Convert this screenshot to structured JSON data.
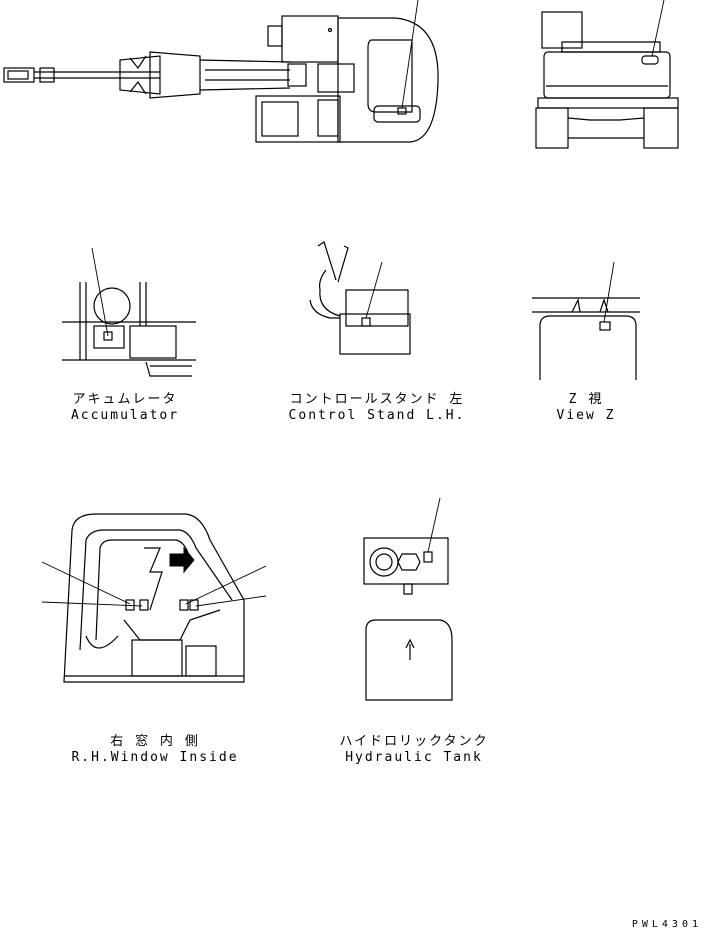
{
  "captions": {
    "accumulator": {
      "jp": "アキュムレータ",
      "en": "Accumulator"
    },
    "control_stand": {
      "jp": "コントロールスタンド 左",
      "en": "Control Stand L.H."
    },
    "view_z": {
      "jp": "Z 視",
      "en": "View Z"
    },
    "rh_window": {
      "jp": "右 窓 内 側",
      "en": "R.H.Window Inside"
    },
    "hydraulic_tank": {
      "jp": "ハイドロリックタンク",
      "en": "Hydraulic Tank"
    }
  },
  "drawing_code": "PWL4301"
}
